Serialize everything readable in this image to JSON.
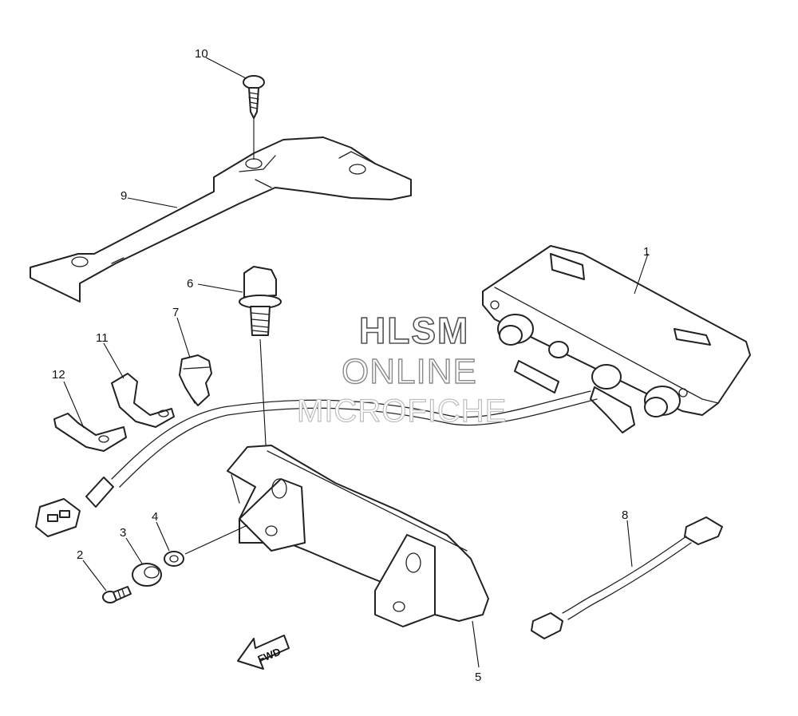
{
  "watermark": {
    "line1": "HLSM",
    "line2": "ONLINE",
    "line3": "MICROFICHE"
  },
  "fwd_label": "FWD",
  "callouts": [
    "1",
    "2",
    "3",
    "4",
    "5",
    "6",
    "7",
    "8",
    "9",
    "10",
    "11",
    "12"
  ]
}
